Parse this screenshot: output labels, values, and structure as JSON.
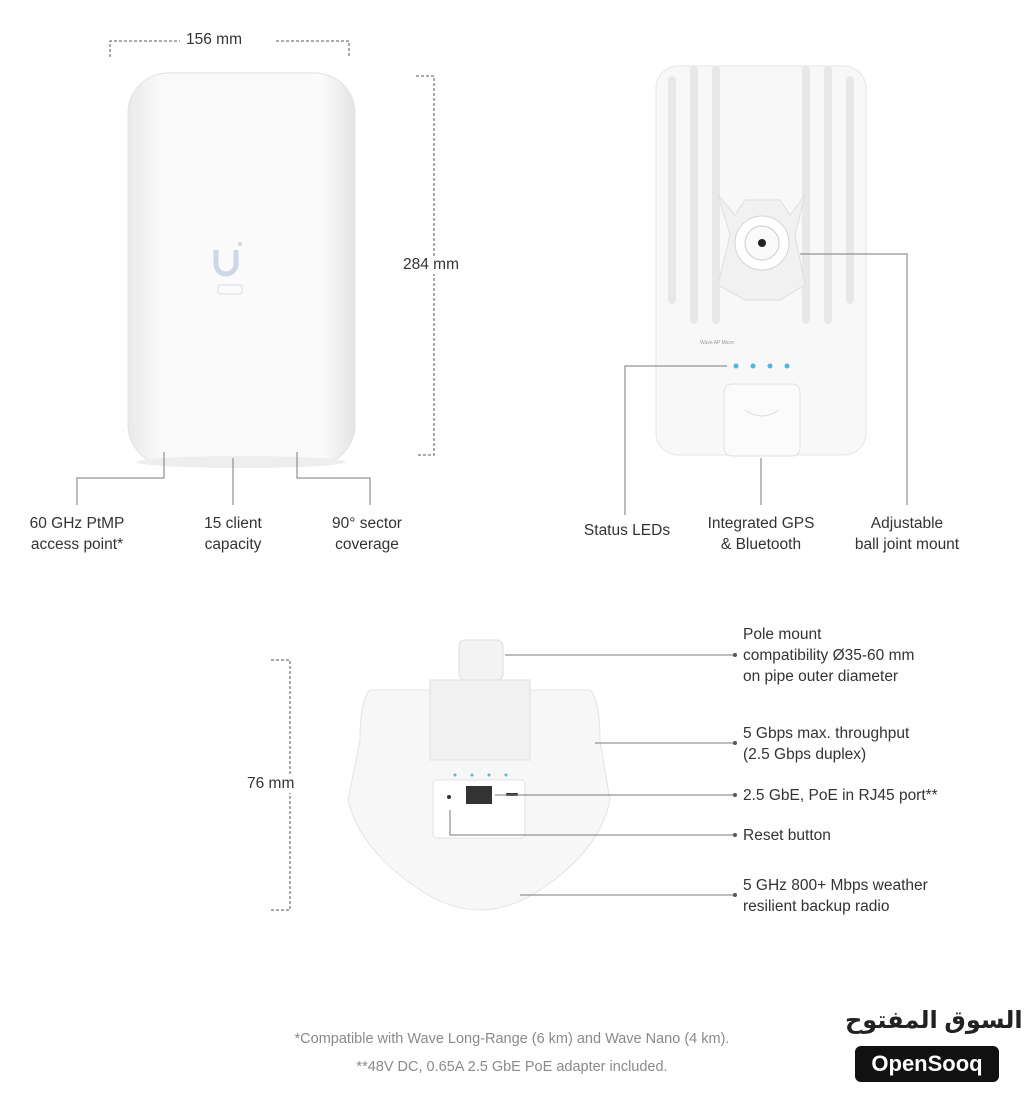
{
  "dimensions": {
    "width": "156 mm",
    "height": "284 mm",
    "depth": "76 mm"
  },
  "front_view": {
    "callouts": [
      {
        "lines": [
          "60 GHz PtMP",
          "access point*"
        ]
      },
      {
        "lines": [
          "15 client",
          "capacity"
        ]
      },
      {
        "lines": [
          "90° sector",
          "coverage"
        ]
      }
    ]
  },
  "back_view": {
    "device_label": "Wave AP Micro",
    "callouts": [
      {
        "lines": [
          "Status LEDs"
        ]
      },
      {
        "lines": [
          "Integrated GPS",
          "& Bluetooth"
        ]
      },
      {
        "lines": [
          "Adjustable",
          "ball joint mount"
        ]
      }
    ]
  },
  "bottom_view": {
    "callouts": [
      {
        "lines": [
          "Pole mount",
          "compatibility Ø35-60 mm",
          "on pipe outer diameter"
        ]
      },
      {
        "lines": [
          "5 Gbps max. throughput",
          "(2.5 Gbps duplex)"
        ]
      },
      {
        "lines": [
          "2.5 GbE, PoE in RJ45 port**"
        ]
      },
      {
        "lines": [
          "Reset button"
        ]
      },
      {
        "lines": [
          "5 GHz 800+ Mbps weather",
          "resilient backup radio"
        ]
      }
    ]
  },
  "footnotes": [
    "*Compatible with Wave Long-Range (6 km) and Wave Nano (4 km).",
    "**48V DC, 0.65A 2.5 GbE PoE adapter included."
  ],
  "watermark": {
    "arabic": "السوق المفتوح",
    "brand": "OpenSooq"
  },
  "colors": {
    "led": "#4fb6e8",
    "line": "#7a7a7a"
  }
}
